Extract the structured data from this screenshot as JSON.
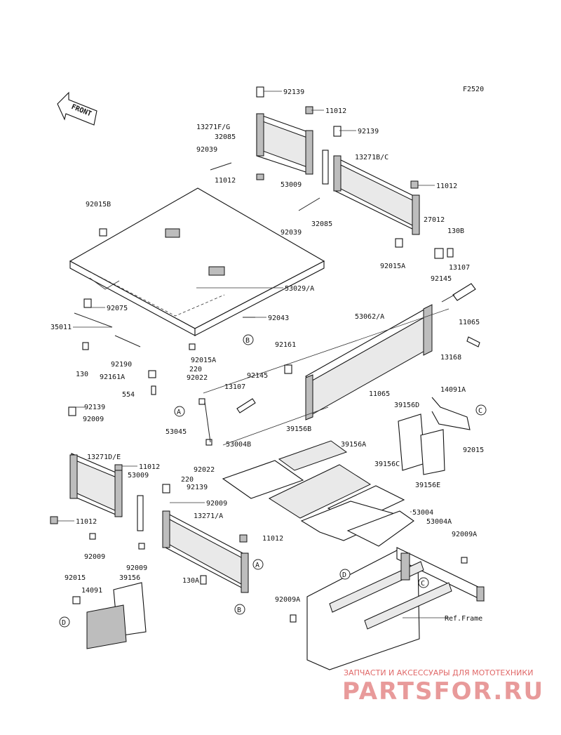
{
  "figure_code": "F2520",
  "front_arrow_label": "FRONT",
  "part_labels": [
    "92139",
    "11012",
    "13271F/G",
    "32085",
    "92039",
    "11012",
    "92139",
    "13271B/C",
    "53009",
    "11012",
    "92039",
    "32085",
    "27012",
    "130B",
    "92015A",
    "13107",
    "92015B",
    "53029/A",
    "92145",
    "92075",
    "35011",
    "92043",
    "53062/A",
    "11065",
    "130",
    "92190",
    "92015A",
    "92161A",
    "220",
    "92022",
    "13107",
    "92145",
    "92161",
    "554",
    "53045",
    "13168",
    "11065",
    "14091A",
    "39156D",
    "92139",
    "92009",
    "39156B",
    "39156A",
    "53004B",
    "13271D/E",
    "11012",
    "53009",
    "92022",
    "220",
    "92139",
    "39156C",
    "39156E",
    "92015",
    "92009",
    "13271/A",
    "53004",
    "53004A",
    "11012",
    "11012",
    "92009A",
    "92009",
    "92009",
    "92015",
    "39156",
    "14091",
    "130A",
    "92009A",
    "Ref.Frame"
  ],
  "callout_letters": [
    "A",
    "B",
    "C",
    "D"
  ],
  "watermark": {
    "caption": "ЗАПЧАСТИ И АКСЕССУАРЫ ДЛЯ МОТОТЕХНИКИ",
    "brand": "PARTSFOR.RU"
  }
}
